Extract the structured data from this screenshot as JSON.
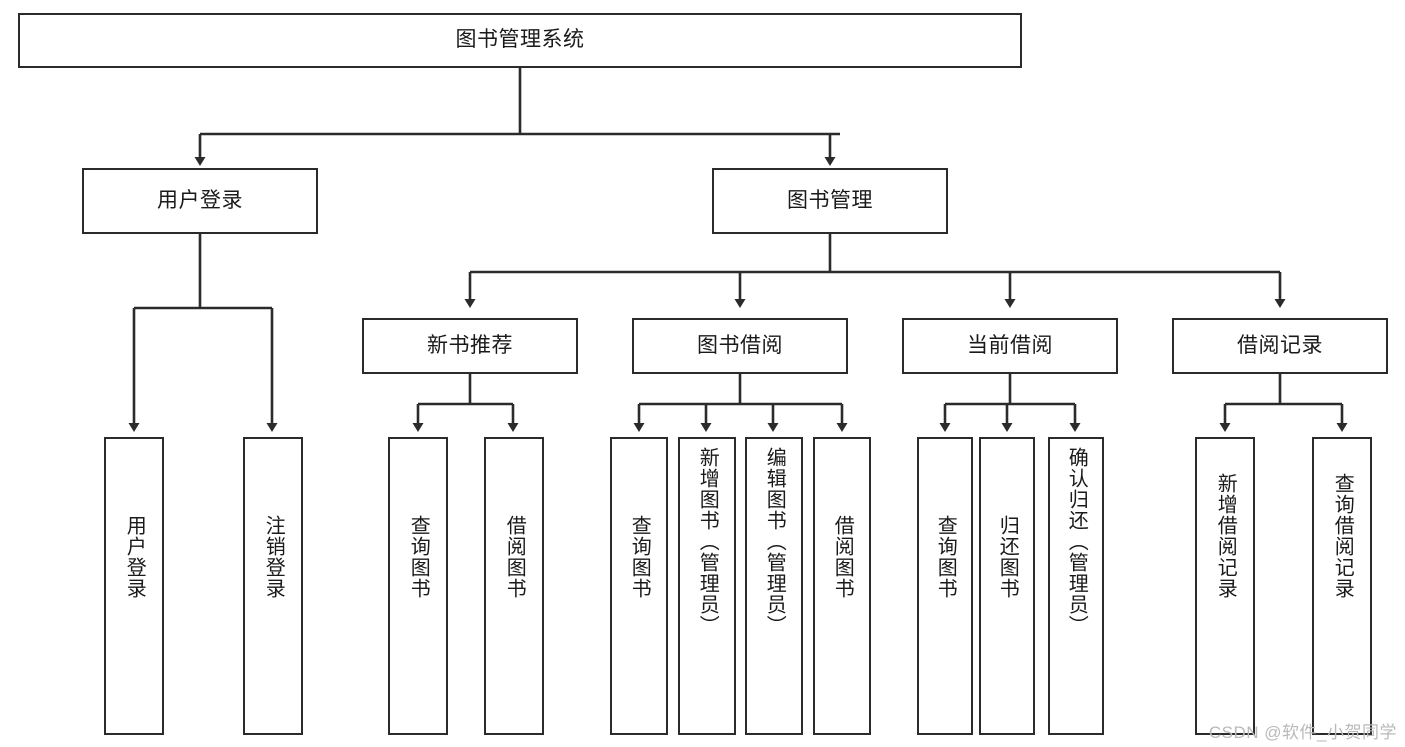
{
  "diagram": {
    "title": "图书管理系统",
    "type": "tree",
    "watermark": "CSDN @软件_小贺同学",
    "colors": {
      "box_border": "#2b2b2b",
      "box_fill": "#ffffff",
      "connector": "#2b2b2b",
      "text": "#1a1a1a",
      "watermark": "#b9b9b9"
    },
    "root": {
      "label": "图书管理系统"
    },
    "level2": [
      {
        "label": "用户登录"
      },
      {
        "label": "图书管理"
      }
    ],
    "level3": [
      {
        "label": "新书推荐"
      },
      {
        "label": "图书借阅"
      },
      {
        "label": "当前借阅"
      },
      {
        "label": "借阅记录"
      }
    ],
    "leaves": {
      "user_login": [
        {
          "label": "用户登录"
        },
        {
          "label": "注销登录"
        }
      ],
      "new_book": [
        {
          "label": "查询图书"
        },
        {
          "label": "借阅图书"
        }
      ],
      "book_borrow": [
        {
          "label": "查询图书"
        },
        {
          "label": "新增图书（管理员）"
        },
        {
          "label": "编辑图书（管理员）"
        },
        {
          "label": "借阅图书"
        }
      ],
      "current_borrow": [
        {
          "label": "查询图书"
        },
        {
          "label": "归还图书"
        },
        {
          "label": "确认归还（管理员）"
        }
      ],
      "borrow_record": [
        {
          "label": "新增借阅记录"
        },
        {
          "label": "查询借阅记录"
        }
      ]
    }
  }
}
